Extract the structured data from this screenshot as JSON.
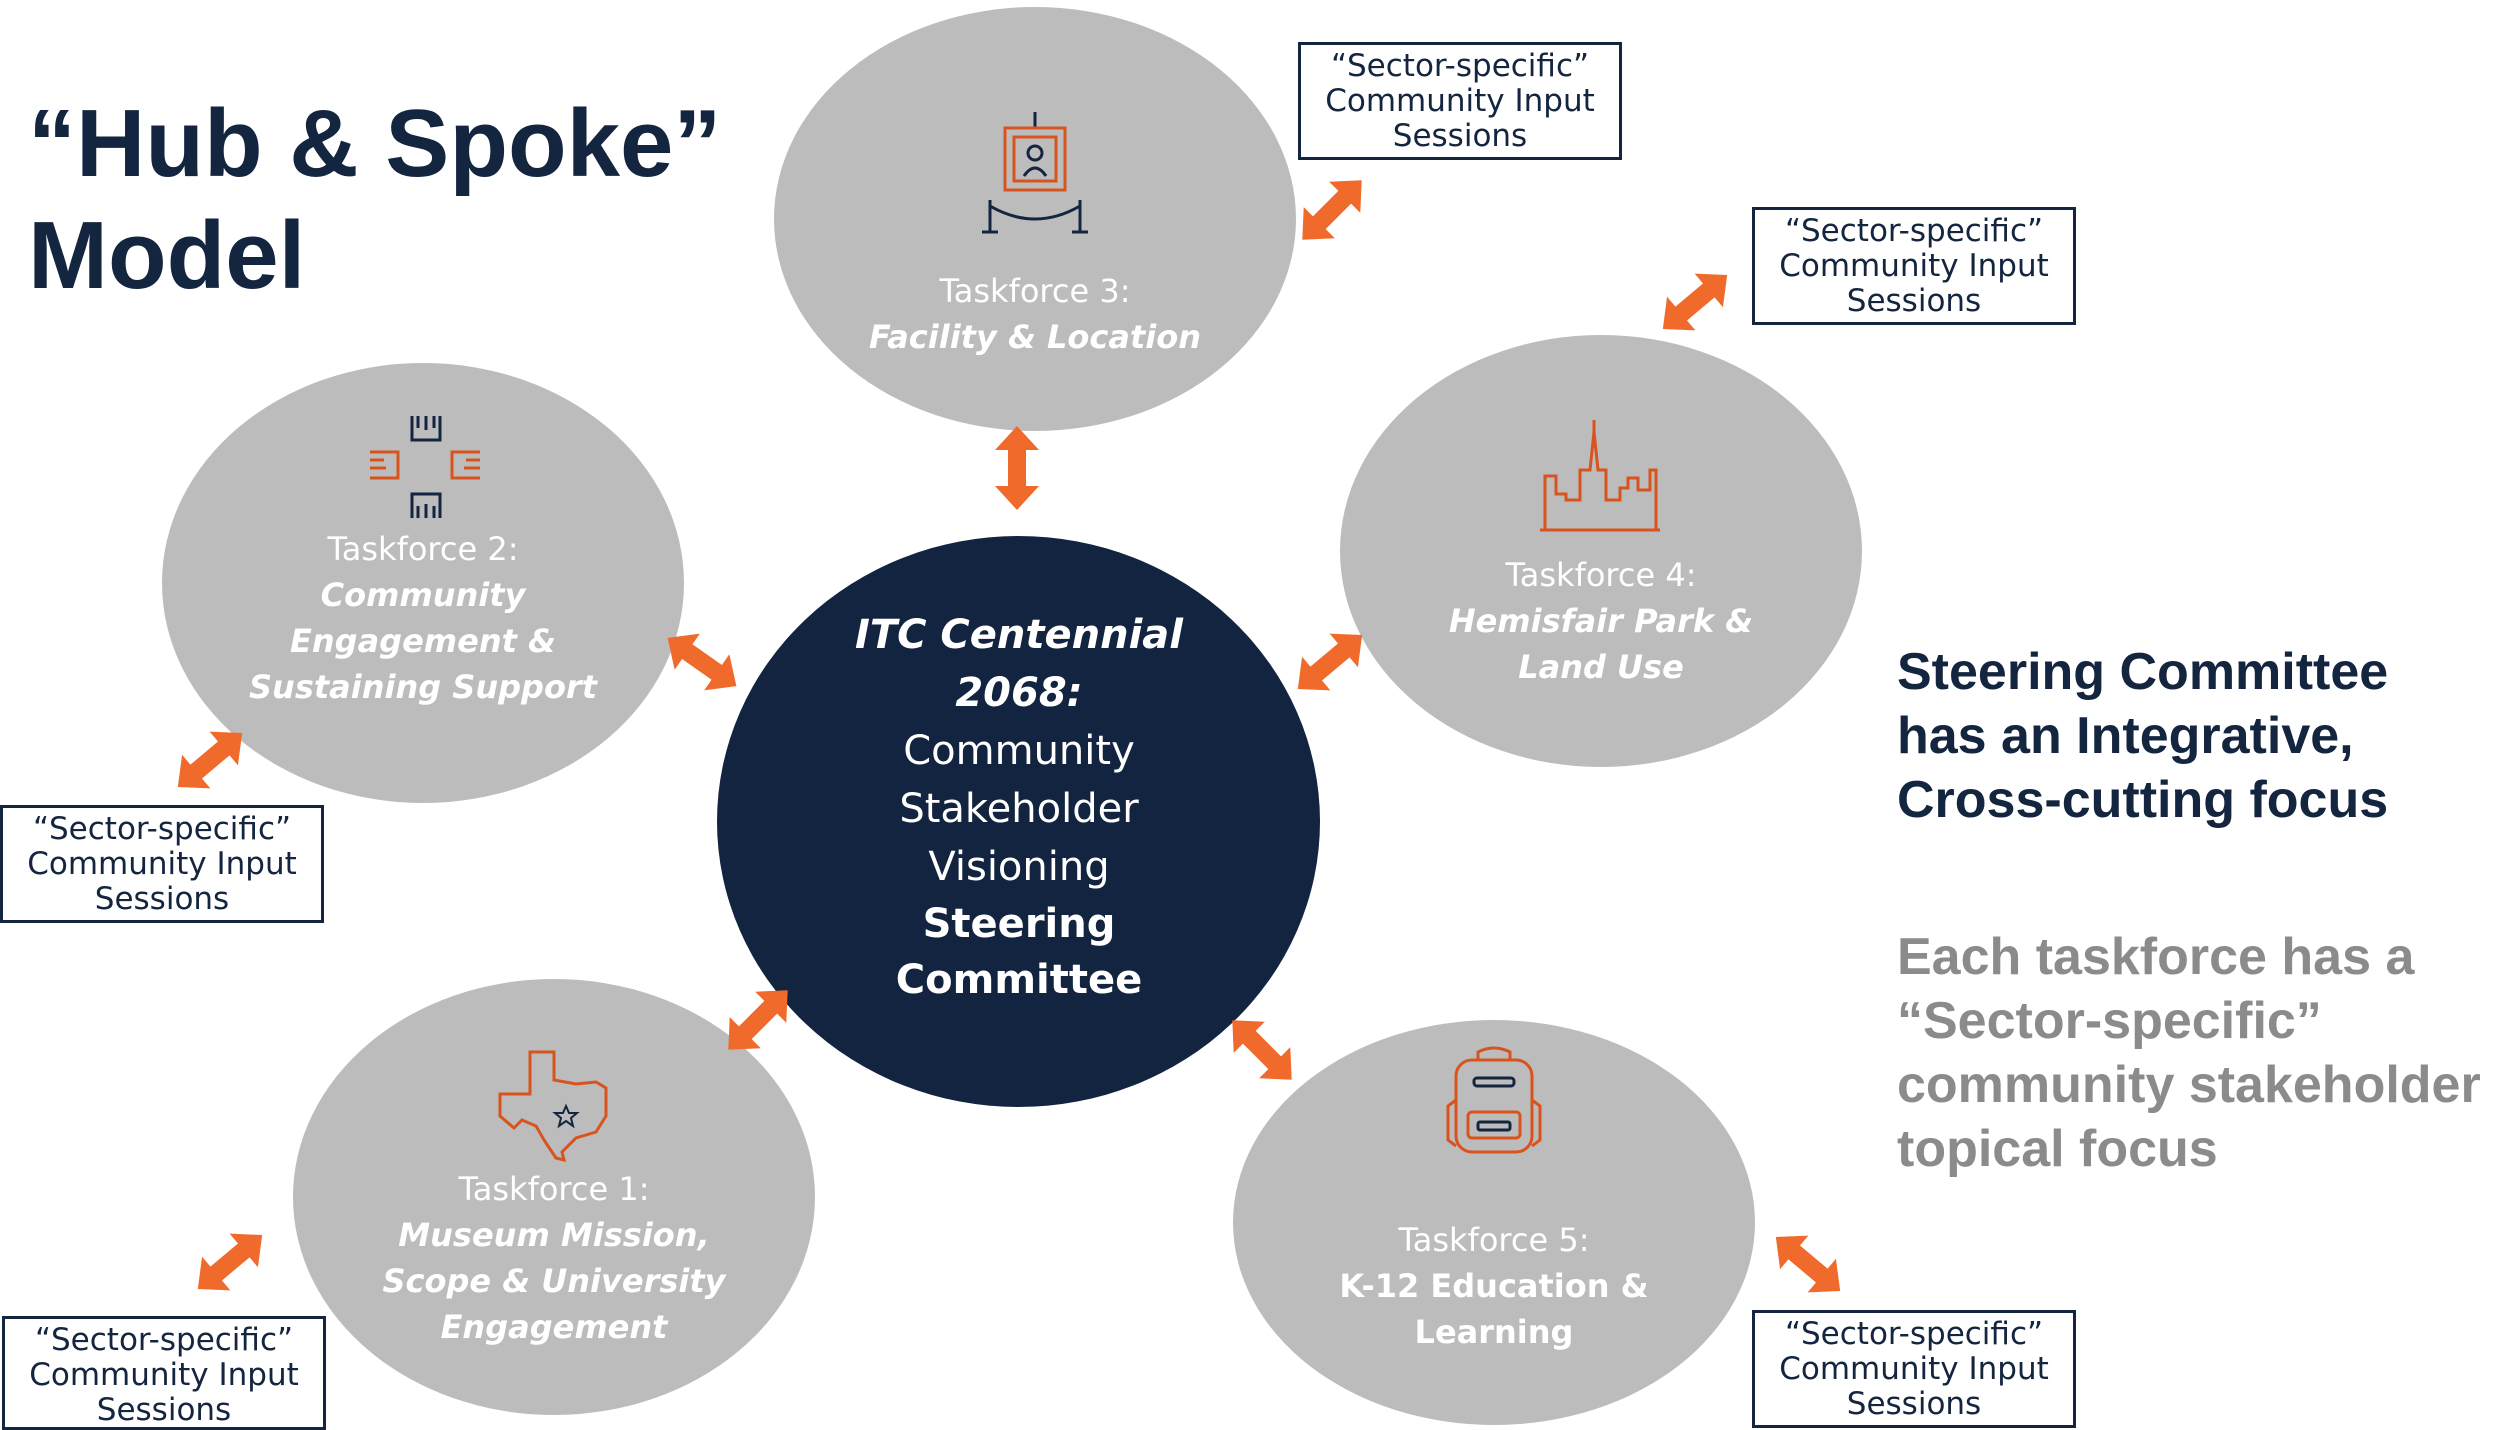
{
  "title": {
    "line1": "“Hub & Spoke”",
    "line2": "Model"
  },
  "hub": {
    "title_line1": "ITC Centennial",
    "title_line2": "2068:",
    "body_line1": "Community",
    "body_line2": "Stakeholder",
    "body_line3": "Visioning",
    "strong_line1": "Steering",
    "strong_line2": "Committee"
  },
  "taskforces": {
    "tf1": {
      "number": "Taskforce 1:",
      "name_line1": "Museum Mission,",
      "name_line2": "Scope & University",
      "name_line3": "Engagement",
      "icon": "texas-map-icon"
    },
    "tf2": {
      "number": "Taskforce 2:",
      "name_line1": "Community",
      "name_line2": "Engagement &",
      "name_line3": "Sustaining Support",
      "icon": "helping-hands-icon"
    },
    "tf3": {
      "number": "Taskforce 3:",
      "name_line1": "Facility & Location",
      "icon": "museum-exhibit-icon"
    },
    "tf4": {
      "number": "Taskforce 4:",
      "name_line1": "Hemisfair Park &",
      "name_line2": "Land Use",
      "icon": "city-skyline-icon"
    },
    "tf5": {
      "number": "Taskforce 5:",
      "name_line1": "K-12 Education &",
      "name_line2": "Learning",
      "icon": "backpack-icon"
    }
  },
  "input_sessions": {
    "line1": "“Sector-specific”",
    "line2": "Community Input",
    "line3": "Sessions"
  },
  "side_notes": {
    "integrative": {
      "line1": "Steering Committee",
      "line2": "has an Integrative,",
      "line3": "Cross-cutting focus"
    },
    "sector": {
      "line1": "Each taskforce has a",
      "line2": "“Sector-specific”",
      "line3": "community stakeholder",
      "line4": "topical focus"
    }
  },
  "colors": {
    "navy": "#12243f",
    "ellipse_gray": "#bcbcbc",
    "arrow_orange": "#f06a2b",
    "icon_orange": "#d9531e",
    "note_gray": "#8b8b8b"
  }
}
